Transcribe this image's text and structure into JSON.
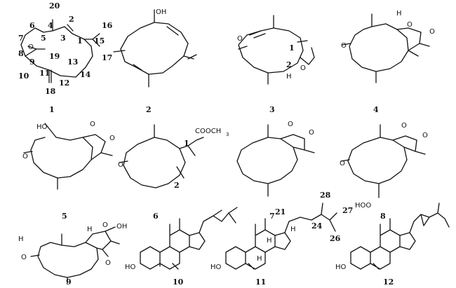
{
  "compounds": [
    {
      "id": "1",
      "atom_labels": {
        "o": "O",
        "n20": "20",
        "n2": "2",
        "n16": "16",
        "n6": "6",
        "n4": "4",
        "n7": "7",
        "n5": "5",
        "n3": "3",
        "n1": "1",
        "n15": "15",
        "n8": "8",
        "n19": "19",
        "n9": "9",
        "n13": "13",
        "n10": "10",
        "n11": "11",
        "n14": "14",
        "n17": "17",
        "n12": "12",
        "n18": "18"
      }
    },
    {
      "id": "2",
      "atom_labels": {
        "oh": "OH"
      }
    },
    {
      "id": "3",
      "atom_labels": {
        "o1": "O",
        "n1": "1",
        "n2": "2",
        "h": "H",
        "o2": "O"
      }
    },
    {
      "id": "4",
      "atom_labels": {
        "h": "H",
        "o1": "O",
        "o2": "O",
        "o3": "O"
      }
    },
    {
      "id": "5",
      "atom_labels": {
        "ho": "HO",
        "o1": "O",
        "o2": "O",
        "o3": "O"
      }
    },
    {
      "id": "6",
      "atom_labels": {
        "ester": "COOCH",
        "sub": "3",
        "n1": "1",
        "o": "O",
        "n2": "2"
      }
    },
    {
      "id": "7",
      "atom_labels": {
        "o1": "O",
        "o2": "O"
      }
    },
    {
      "id": "8",
      "atom_labels": {
        "o1": "O",
        "o2": "O",
        "o3": "O",
        "hoo": "HOO"
      }
    },
    {
      "id": "9",
      "atom_labels": {
        "h1": "H",
        "h2": "H",
        "o1": "O",
        "oh": "OH",
        "o2": "O",
        "o3": "O"
      }
    },
    {
      "id": "10",
      "atom_labels": {
        "ho": "HO"
      }
    },
    {
      "id": "11",
      "atom_labels": {
        "n28": "28",
        "n21": "21",
        "n27": "27",
        "n24": "24",
        "h1": "H",
        "h2": "H",
        "n26": "26",
        "h3": "H",
        "ho": "HO"
      }
    },
    {
      "id": "12",
      "atom_labels": {
        "ho": "HO"
      }
    }
  ]
}
